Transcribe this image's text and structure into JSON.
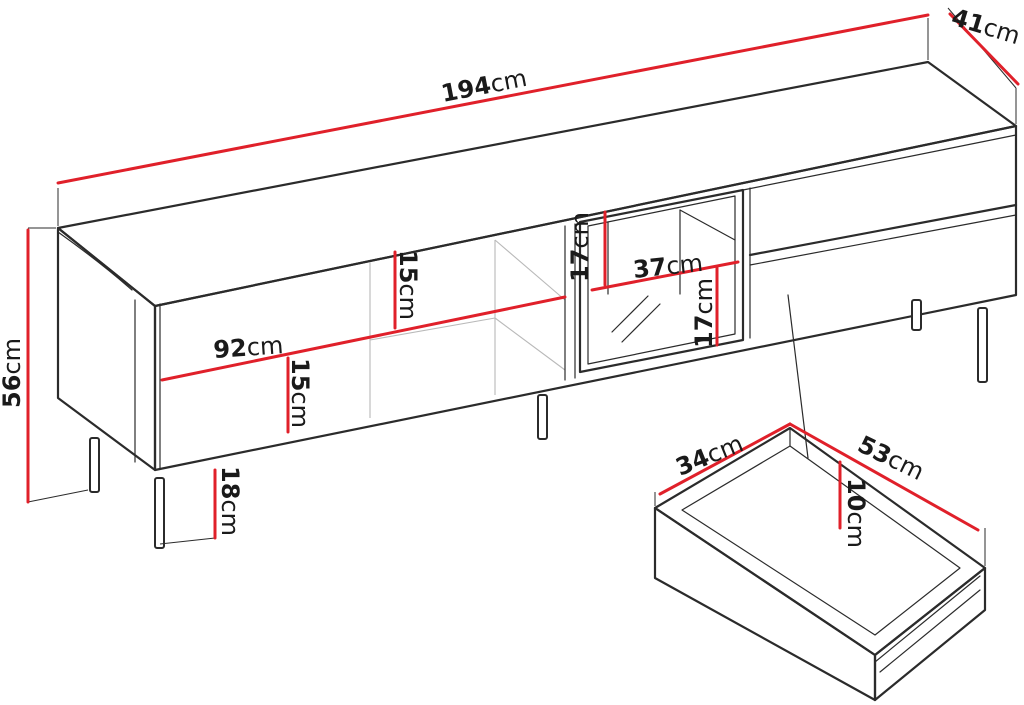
{
  "labels": {
    "length": {
      "value": "194",
      "unit": "cm"
    },
    "depth": {
      "value": "41",
      "unit": "cm"
    },
    "height": {
      "value": "56",
      "unit": "cm"
    },
    "leg_height": {
      "value": "18",
      "unit": "cm"
    },
    "left_width": {
      "value": "92",
      "unit": "cm"
    },
    "upper_shelf": {
      "value": "15",
      "unit": "cm"
    },
    "lower_shelf": {
      "value": "15",
      "unit": "cm"
    },
    "glass_top": {
      "value": "17",
      "unit": "cm"
    },
    "glass_width": {
      "value": "37",
      "unit": "cm"
    },
    "glass_bottom": {
      "value": "17",
      "unit": "cm"
    },
    "drawer_width": {
      "value": "34",
      "unit": "cm"
    },
    "drawer_depth": {
      "value": "53",
      "unit": "cm"
    },
    "drawer_height": {
      "value": "10",
      "unit": "cm"
    }
  },
  "colors": {
    "outline": "#2b2b2b",
    "dimension": "#e0202a",
    "background": "#ffffff"
  }
}
